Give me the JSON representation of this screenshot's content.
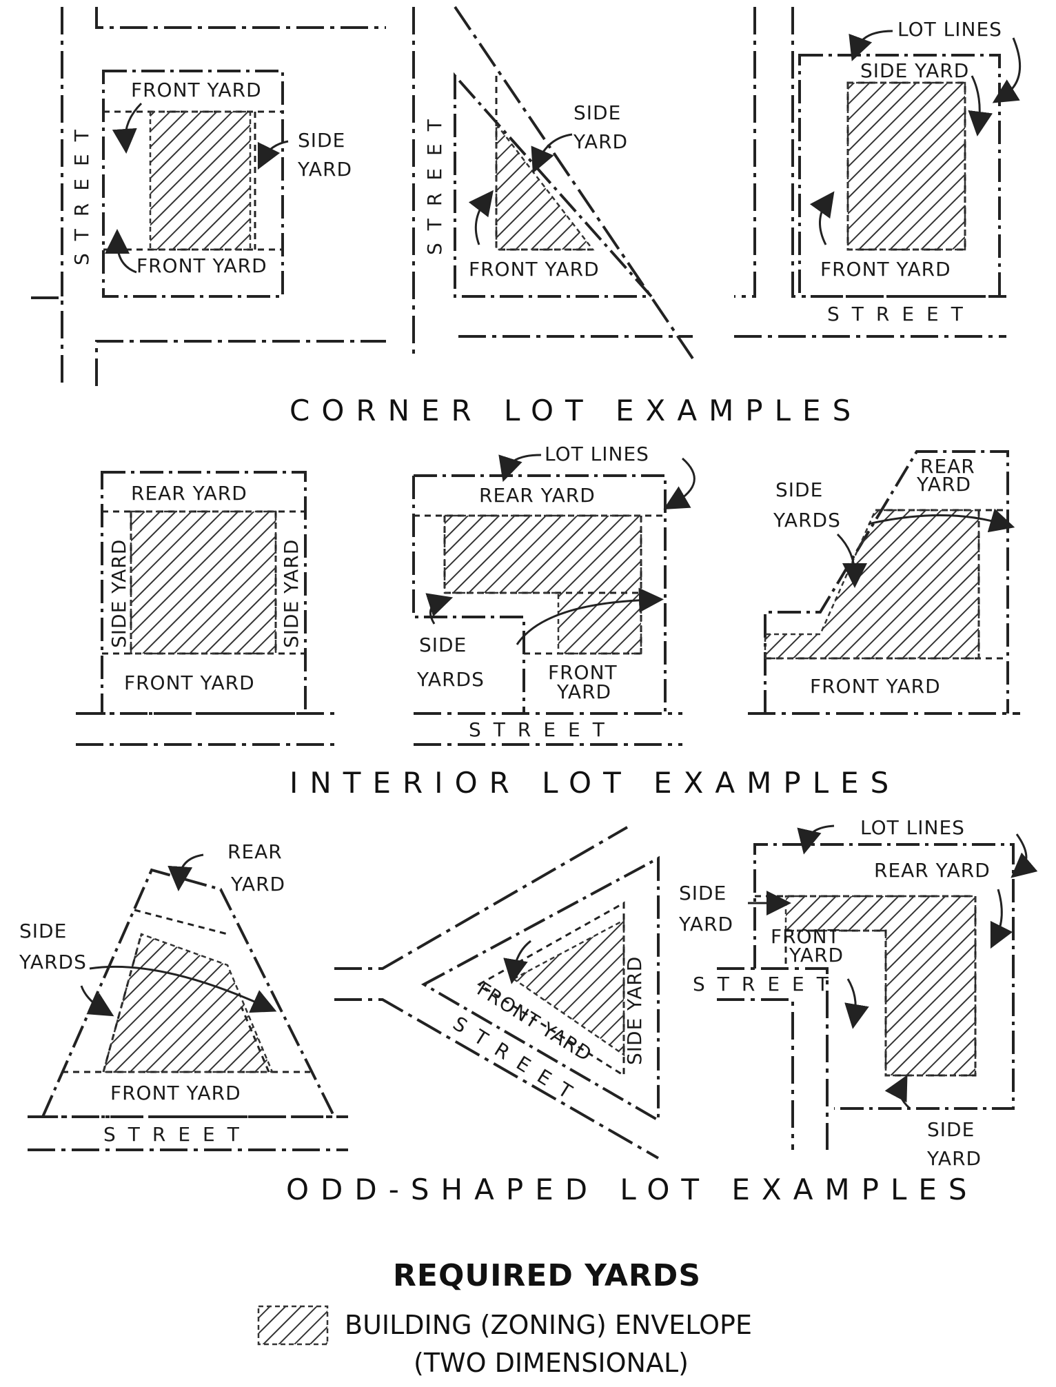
{
  "sections": {
    "corner": "CORNER LOT EXAMPLES",
    "interior": "INTERIOR LOT EXAMPLES",
    "odd": "ODD-SHAPED LOT EXAMPLES"
  },
  "labels": {
    "front_yard": "FRONT YARD",
    "front": "FRONT",
    "yard": "YARD",
    "side": "SIDE",
    "side_yard": "SIDE YARD",
    "side_yards_1": "SIDE",
    "side_yards_2": "YARDS",
    "rear_yard": "REAR YARD",
    "rear": "REAR",
    "lot_lines": "LOT LINES",
    "street": "STREET"
  },
  "title": "REQUIRED YARDS",
  "legend": {
    "label": "BUILDING (ZONING) ENVELOPE",
    "sub": "(TWO DIMENSIONAL)"
  },
  "colors": {
    "ink": "#222222",
    "background": "#ffffff"
  }
}
